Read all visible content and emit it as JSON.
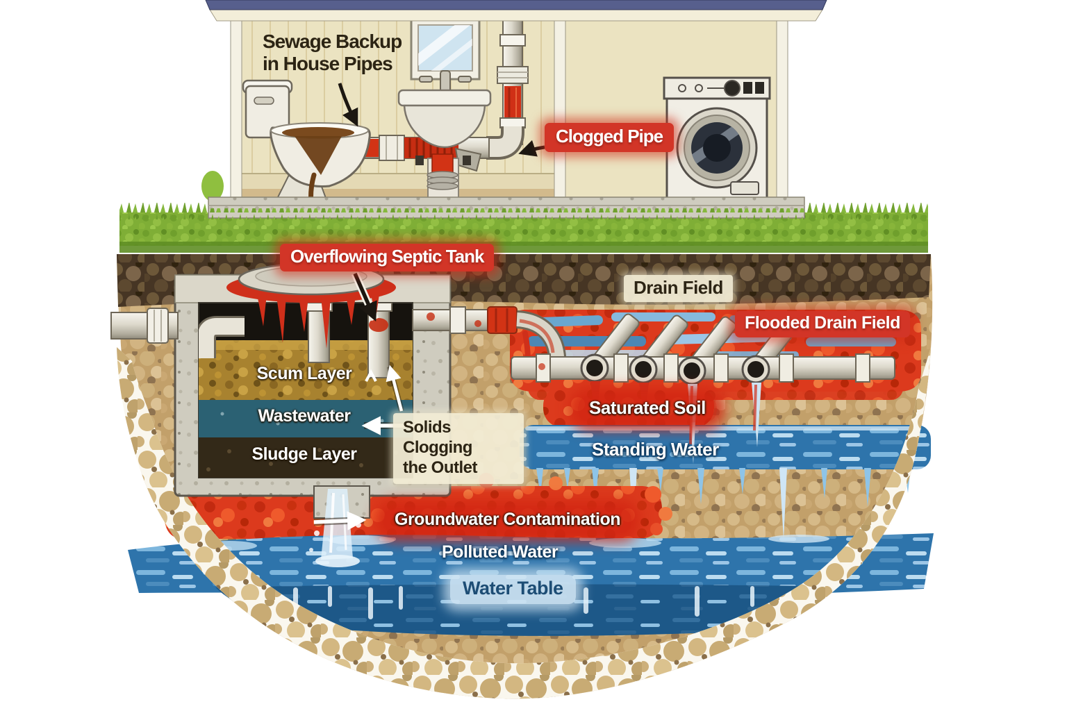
{
  "illustration": {
    "labels": {
      "sewage_backup_line1": "Sewage Backup",
      "sewage_backup_line2": "in House Pipes",
      "clogged_pipe": "Clogged Pipe",
      "overflowing_septic_tank": "Overflowing Septic Tank",
      "drain_field": "Drain Field",
      "flooded_drain_field": "Flooded Drain Field",
      "scum_layer": "Scum Layer",
      "wastewater": "Wastewater",
      "sludge_layer": "Sludge Layer",
      "solids_clogging_line1": "Solids Clogging",
      "solids_clogging_line2": "the Outlet",
      "saturated_soil": "Saturated Soil",
      "standing_water": "Standing Water",
      "groundwater_contamination": "Groundwater Contamination",
      "polluted_water": "Polluted Water",
      "water_table": "Water Table"
    },
    "colors": {
      "badge_red": "#d23527",
      "badge_cream": "#f2ecd4",
      "badge_lightblue": "#cde3f2",
      "watertable_text": "#1d4d75",
      "label_dark": "#2c2414",
      "contamination_red": "#dc3a1d",
      "water_blue": "#2e74ab",
      "roof_navy": "#575f8d",
      "wall_cream": "#ebe3c1",
      "grass_green": "#7fae36",
      "soil_tan": "#c2a06a",
      "soil_dark": "#463524",
      "scum_gold": "#a8822f",
      "wastewater_teal": "#2b6173",
      "sludge_brown": "#332918"
    }
  }
}
